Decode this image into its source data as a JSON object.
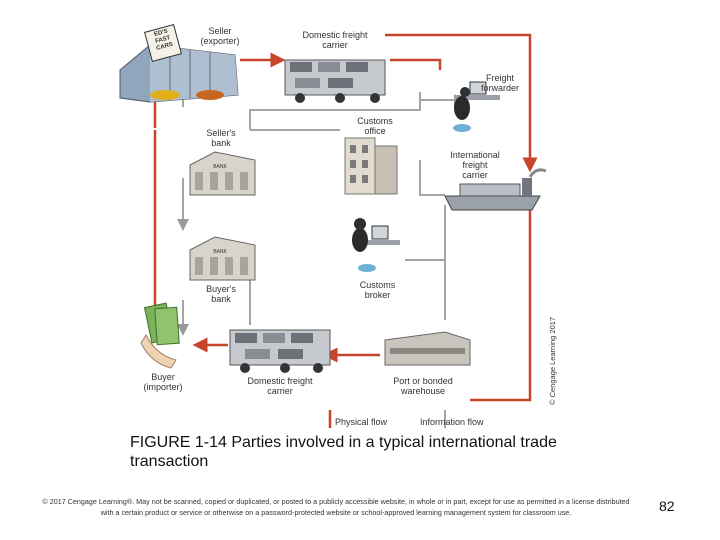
{
  "diagram": {
    "nodes": {
      "seller": "Seller\n(exporter)",
      "seller_sign": "ED'S\nFAST\nCARS",
      "domestic_freight_top": "Domestic freight\ncarrier",
      "freight_forwarder": "Freight\nforwarder",
      "sellers_bank": "Seller's\nbank",
      "customs_office": "Customs\noffice",
      "international_carrier": "International\nfreight\ncarrier",
      "bank_sign": "BANK",
      "buyers_bank": "Buyer's\nbank",
      "customs_broker": "Customs\nbroker",
      "buyer": "Buyer\n(importer)",
      "domestic_freight_bottom": "Domestic freight\ncarrier",
      "warehouse": "Port or bonded\nwarehouse"
    },
    "legend": {
      "physical_flow": "Physical flow",
      "information_flow": "Information flow"
    },
    "colors": {
      "physical_flow": "#c8442a",
      "information_flow": "#9a9a9a"
    }
  },
  "credit": "© Cengage Learning 2017",
  "caption": "FIGURE 1-14 Parties involved in a typical international trade transaction",
  "footer": "© 2017 Cengage Learning®. May not be scanned, copied or duplicated, or posted to a publicly accessible website, in whole or in part, except for use as permitted in a license distributed with a certain product or service or otherwise on a password-protected website or school-approved learning management system for classroom use.",
  "page_number": "82"
}
